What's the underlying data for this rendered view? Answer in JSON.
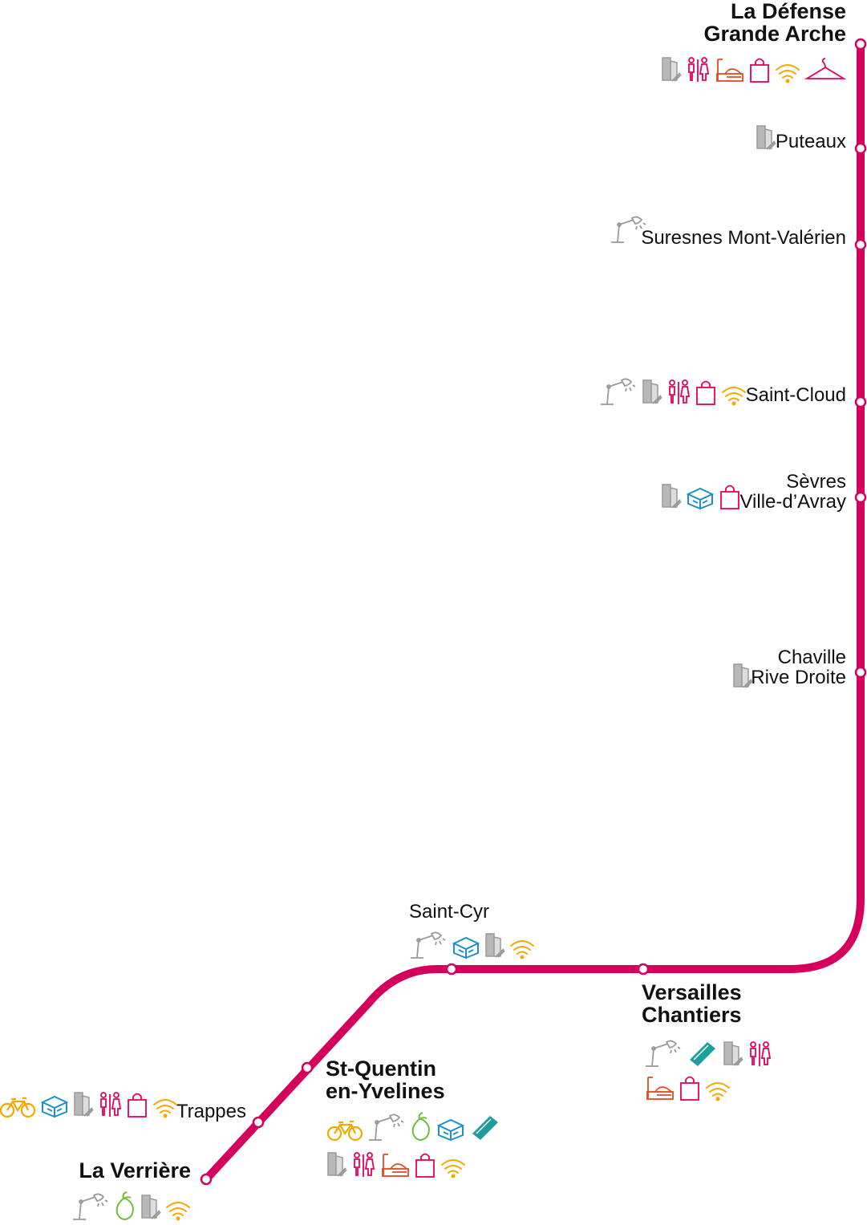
{
  "colors": {
    "line": "#D4005B",
    "grey": "#9A9A9A",
    "pink": "#E6005C",
    "orange": "#E14B1E",
    "yellow": "#F2A900",
    "blue": "#1E90C8",
    "teal": "#1E9E9A",
    "green": "#6FBF3A"
  },
  "stations": [
    {
      "id": "la-defense",
      "lines": [
        "La Défense",
        "Grande Arche"
      ],
      "major": true,
      "icons": [
        [
          "ticket-machine-icon",
          "accessible-toilets-icon",
          "food-icon",
          "shop-icon",
          "wifi-icon",
          "hanger-icon"
        ]
      ]
    },
    {
      "id": "puteaux",
      "lines": [
        "Puteaux"
      ],
      "major": false,
      "icons": [
        [
          "ticket-machine-icon"
        ]
      ]
    },
    {
      "id": "suresnes",
      "lines": [
        "Suresnes Mont-Valérien"
      ],
      "major": false,
      "icons": [
        [
          "lamp-icon"
        ]
      ]
    },
    {
      "id": "saint-cloud",
      "lines": [
        "Saint-Cloud"
      ],
      "major": false,
      "icons": [
        [
          "lamp-icon",
          "ticket-machine-icon",
          "accessible-toilets-icon",
          "shop-icon",
          "wifi-icon"
        ]
      ]
    },
    {
      "id": "sevres",
      "lines": [
        "Sèvres",
        "Ville-d’Avray"
      ],
      "major": false,
      "icons": [
        [
          "ticket-machine-icon",
          "parcel-locker-icon",
          "shop-icon"
        ]
      ]
    },
    {
      "id": "chaville",
      "lines": [
        "Chaville",
        "Rive Droite"
      ],
      "major": false,
      "icons": [
        [
          "ticket-machine-icon"
        ]
      ]
    },
    {
      "id": "saint-cyr",
      "lines": [
        "Saint-Cyr"
      ],
      "major": false,
      "icons": [
        [
          "lamp-icon",
          "parcel-locker-icon",
          "ticket-machine-icon",
          "wifi-icon"
        ]
      ]
    },
    {
      "id": "versailles",
      "lines": [
        "Versailles",
        "Chantiers"
      ],
      "major": true,
      "icons": [
        [
          "lamp-icon",
          "navigo-card-icon",
          "ticket-machine-icon",
          "accessible-toilets-icon"
        ],
        [
          "food-icon",
          "shop-icon",
          "wifi-icon"
        ]
      ]
    },
    {
      "id": "st-quentin",
      "lines": [
        "St-Quentin",
        "en-Yvelines"
      ],
      "major": true,
      "icons": [
        [
          "bike-icon",
          "lamp-icon",
          "vegetable-icon",
          "parcel-locker-icon",
          "navigo-card-icon"
        ],
        [
          "ticket-machine-icon",
          "accessible-toilets-icon",
          "food-icon",
          "shop-icon",
          "wifi-icon"
        ]
      ]
    },
    {
      "id": "trappes",
      "lines": [
        "Trappes"
      ],
      "major": false,
      "icons": [
        [
          "bike-icon",
          "parcel-locker-icon",
          "ticket-machine-icon",
          "accessible-toilets-icon",
          "shop-icon",
          "wifi-icon"
        ]
      ]
    },
    {
      "id": "la-verriere",
      "lines": [
        "La Verrière"
      ],
      "major": true,
      "icons": [
        [
          "lamp-icon",
          "vegetable-icon",
          "ticket-machine-icon",
          "wifi-icon"
        ]
      ]
    }
  ]
}
